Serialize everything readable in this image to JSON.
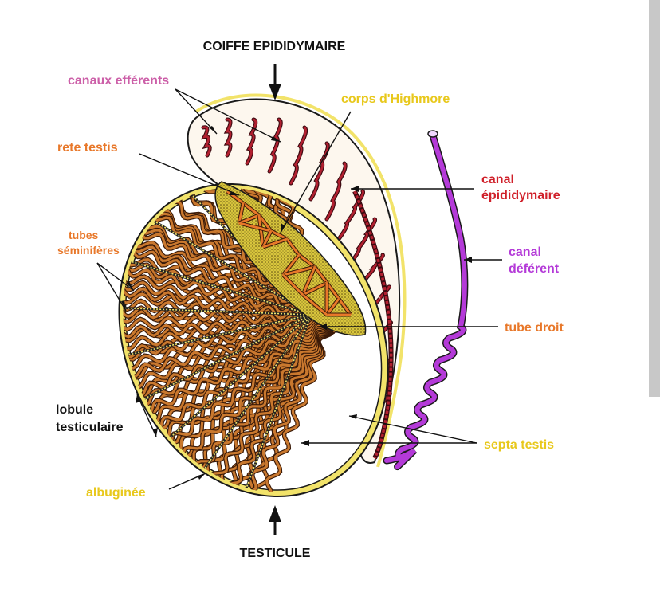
{
  "diagram": {
    "labels": {
      "coiffe": "COIFFE EPIDIDYMAIRE",
      "canaux_efferents": "canaux efférents",
      "corps_highmore": "corps d'Highmore",
      "rete_testis": "rete testis",
      "canal_epididymaire_l1": "canal",
      "canal_epididymaire_l2": "épididymaire",
      "tubes_seminiferes_l1": "tubes",
      "tubes_seminiferes_l2": "séminifères",
      "canal_deferent_l1": "canal",
      "canal_deferent_l2": "déférent",
      "tube_droit": "tube droit",
      "lobule_l1": "lobule",
      "lobule_l2": "testiculaire",
      "septa_testis": "septa testis",
      "albuginee": "albuginée",
      "testicule": "TESTICULE"
    },
    "colors": {
      "black": "#111111",
      "pink": "#cc5fa8",
      "yellow": "#e8c81c",
      "orange": "#e8782a",
      "red": "#d0202a",
      "purple": "#b43ad8",
      "tubule_fill": "#c9782e",
      "tubule_stroke": "#3a1a08",
      "epididymis_stroke": "#b22030",
      "capsule": "#f2e36a",
      "rete_fill": "#d8c53c"
    }
  }
}
